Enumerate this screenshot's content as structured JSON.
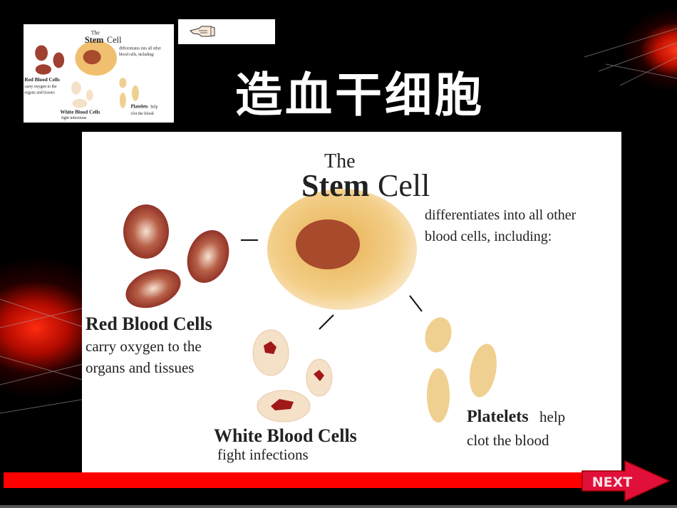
{
  "slide": {
    "title": "造血干细胞",
    "next_label": "NEXT"
  },
  "diagram": {
    "the": "The",
    "stem": "Stem",
    "cell": " Cell",
    "desc_line1": "differentiates into all other",
    "desc_line2": "blood cells, including:",
    "rbc_title": "Red Blood Cells",
    "rbc_line1": "carry oxygen to the",
    "rbc_line2": "organs and tissues",
    "wbc_title": "White Blood Cells",
    "wbc_line1": "fight infections",
    "platelets_title": "Platelets",
    "platelets_help": " help",
    "platelets_line1": "clot the blood"
  },
  "colors": {
    "background": "#000000",
    "accent_red": "#ff0000",
    "next_button": "#e0103a"
  },
  "icons": {
    "hand": "pointing-hand-icon",
    "next": "next-arrow-icon"
  }
}
